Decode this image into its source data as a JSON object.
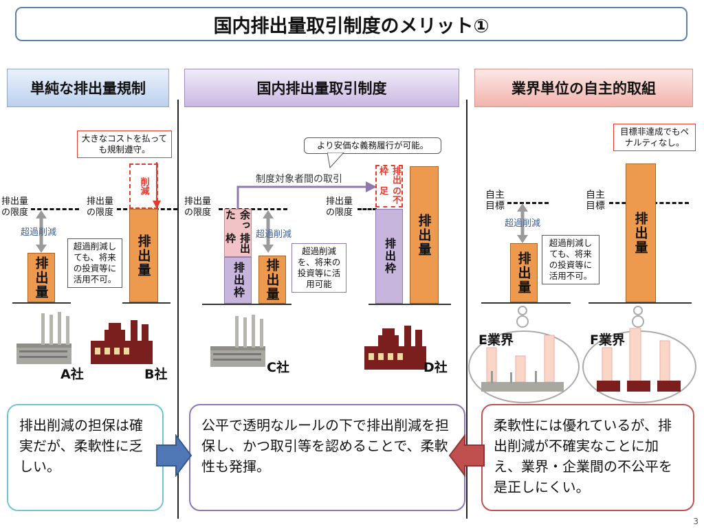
{
  "title": "国内排出量取引制度のメリット①",
  "headers": {
    "left": "単純な排出量規制",
    "center": "国内排出量取引制度",
    "right": "業界単位の自主的取組"
  },
  "labels": {
    "emission_limit": "排出量の限度",
    "excess_reduction": "超過削減",
    "emissions": "排出量",
    "reduction": "削減",
    "emission_allowance": "排出枠",
    "surplus": "余った",
    "shortage": "の不足",
    "voluntary_target": "自主目標",
    "trade": "制度対象者間の取引"
  },
  "callouts": {
    "cost": "大きなコストを払っても規制遵守。",
    "left_no_use": "超過削減しても、将来の投資等に活用不可。",
    "center_use": "超過削減を、将来の投資等に活用可能",
    "cheaper": "より安価な義務履行が可能。",
    "right_no_use": "超過削減しても、将来の投資等に活用不可。",
    "no_penalty": "目標非達成でもペナルティなし。"
  },
  "companies": {
    "a": "A社",
    "b": "B社",
    "c": "C社",
    "d": "D社",
    "e": "E業界",
    "f": "F業界"
  },
  "bottom": {
    "left": "排出削減の担保は確実だが、柔軟性に乏しい。",
    "center": "公平で透明なルールの下で排出削減を担保し、かつ取引等を認めることで、柔軟性も発揮。",
    "right": "柔軟性には優れているが、排出削減が不確実なことに加え、業界・企業間の不公平を是正しにくい。"
  },
  "page_number": "3",
  "colors": {
    "orange": "#ee9a4e",
    "purple": "#c7b5dd",
    "red": "#e23b2e",
    "blue_arrow": "#4f77b5",
    "red_arrow": "#c0504d"
  }
}
